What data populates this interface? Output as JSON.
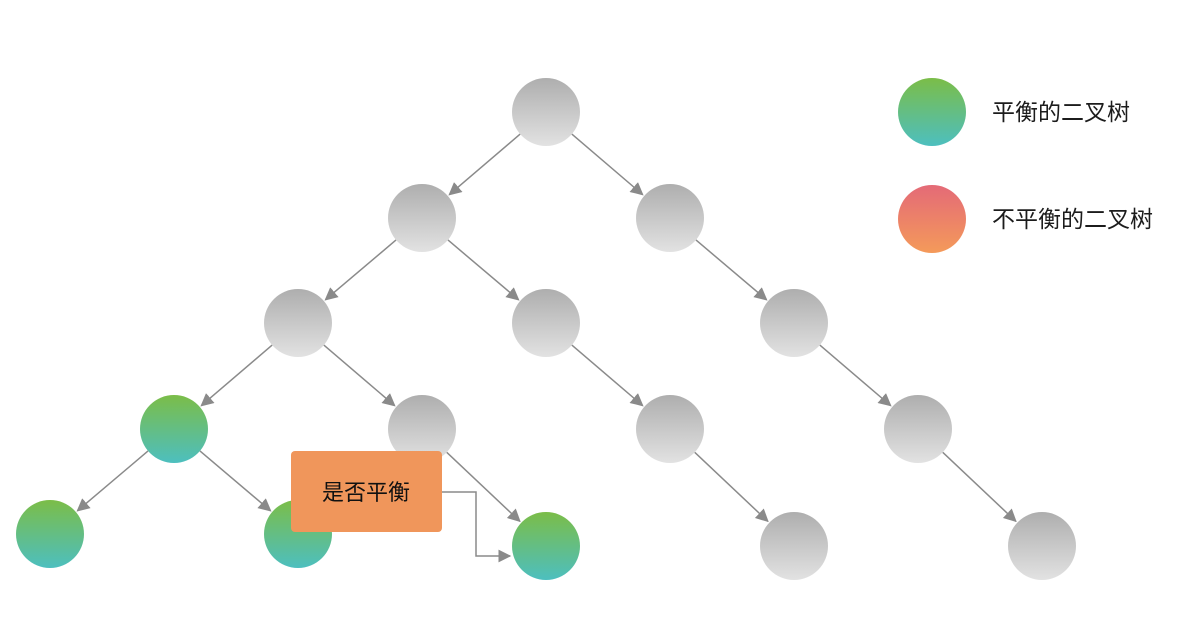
{
  "legend": {
    "balanced_label": "平衡的二叉树",
    "unbalanced_label": "不平衡的二叉树"
  },
  "callout": {
    "label": "是否平衡"
  },
  "tree": {
    "nodes": [
      {
        "id": "n1",
        "state": "default"
      },
      {
        "id": "n2",
        "state": "default"
      },
      {
        "id": "n3",
        "state": "default"
      },
      {
        "id": "n4",
        "state": "default"
      },
      {
        "id": "n5",
        "state": "default"
      },
      {
        "id": "n6",
        "state": "default"
      },
      {
        "id": "n7",
        "state": "balanced"
      },
      {
        "id": "n8",
        "state": "default"
      },
      {
        "id": "n9",
        "state": "default"
      },
      {
        "id": "n10",
        "state": "default"
      },
      {
        "id": "n11",
        "state": "balanced"
      },
      {
        "id": "n12",
        "state": "balanced"
      },
      {
        "id": "n13",
        "state": "balanced"
      },
      {
        "id": "n14",
        "state": "default"
      },
      {
        "id": "n15",
        "state": "default"
      }
    ],
    "edges": [
      [
        "n1",
        "n2"
      ],
      [
        "n1",
        "n3"
      ],
      [
        "n2",
        "n4"
      ],
      [
        "n2",
        "n5"
      ],
      [
        "n3",
        "n6"
      ],
      [
        "n4",
        "n7"
      ],
      [
        "n4",
        "n8"
      ],
      [
        "n5",
        "n9"
      ],
      [
        "n6",
        "n10"
      ],
      [
        "n7",
        "n11"
      ],
      [
        "n7",
        "n12"
      ],
      [
        "n8",
        "n13"
      ],
      [
        "n9",
        "n14"
      ],
      [
        "n10",
        "n15"
      ]
    ]
  },
  "colors": {
    "default_top": "#aeaeae",
    "default_bottom": "#e2e2e2",
    "balanced_top": "#7bbd48",
    "balanced_bottom": "#4dbfbf",
    "unbalanced_top": "#e46a77",
    "unbalanced_bottom": "#f49a5a",
    "edge": "#8a8a8a",
    "callout_fill": "#f0965b"
  }
}
